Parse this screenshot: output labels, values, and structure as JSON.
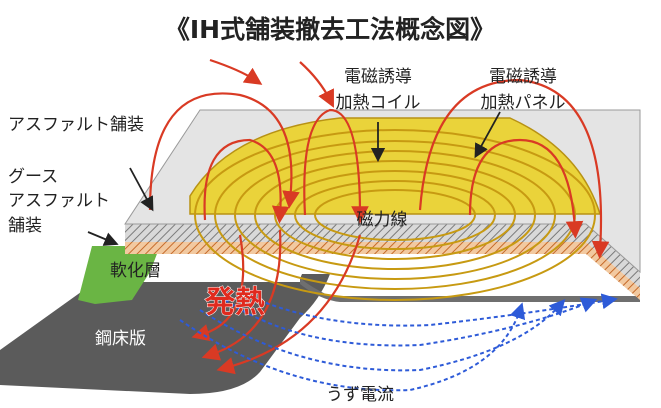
{
  "title": "《IH式舗装撤去工法概念図》",
  "labels": {
    "coil_line1": "電磁誘導",
    "coil_line2": "加熱コイル",
    "panel_line1": "電磁誘導",
    "panel_line2": "加熱パネル",
    "asphalt": "アスファルト舗装",
    "guss_line1": "グース",
    "guss_line2": "アスファルト",
    "guss_line3": "舗装",
    "magnetic_flux": "磁力線",
    "softened_layer": "軟化層",
    "heat": "発熱",
    "steel_deck": "鋼床版",
    "eddy_current": "うず電流"
  },
  "colors": {
    "pavement_top": "#e4e4e4",
    "pavement_side": "#b9b9b9",
    "coil_panel": "#ead33a",
    "coil_ring": "#c79a12",
    "steel": "#5b5b5b",
    "softened": "#6ab544",
    "flux_lines": "#d93a24",
    "eddy_current": "#2e5bd8",
    "heat_text": "#e02a1e"
  }
}
